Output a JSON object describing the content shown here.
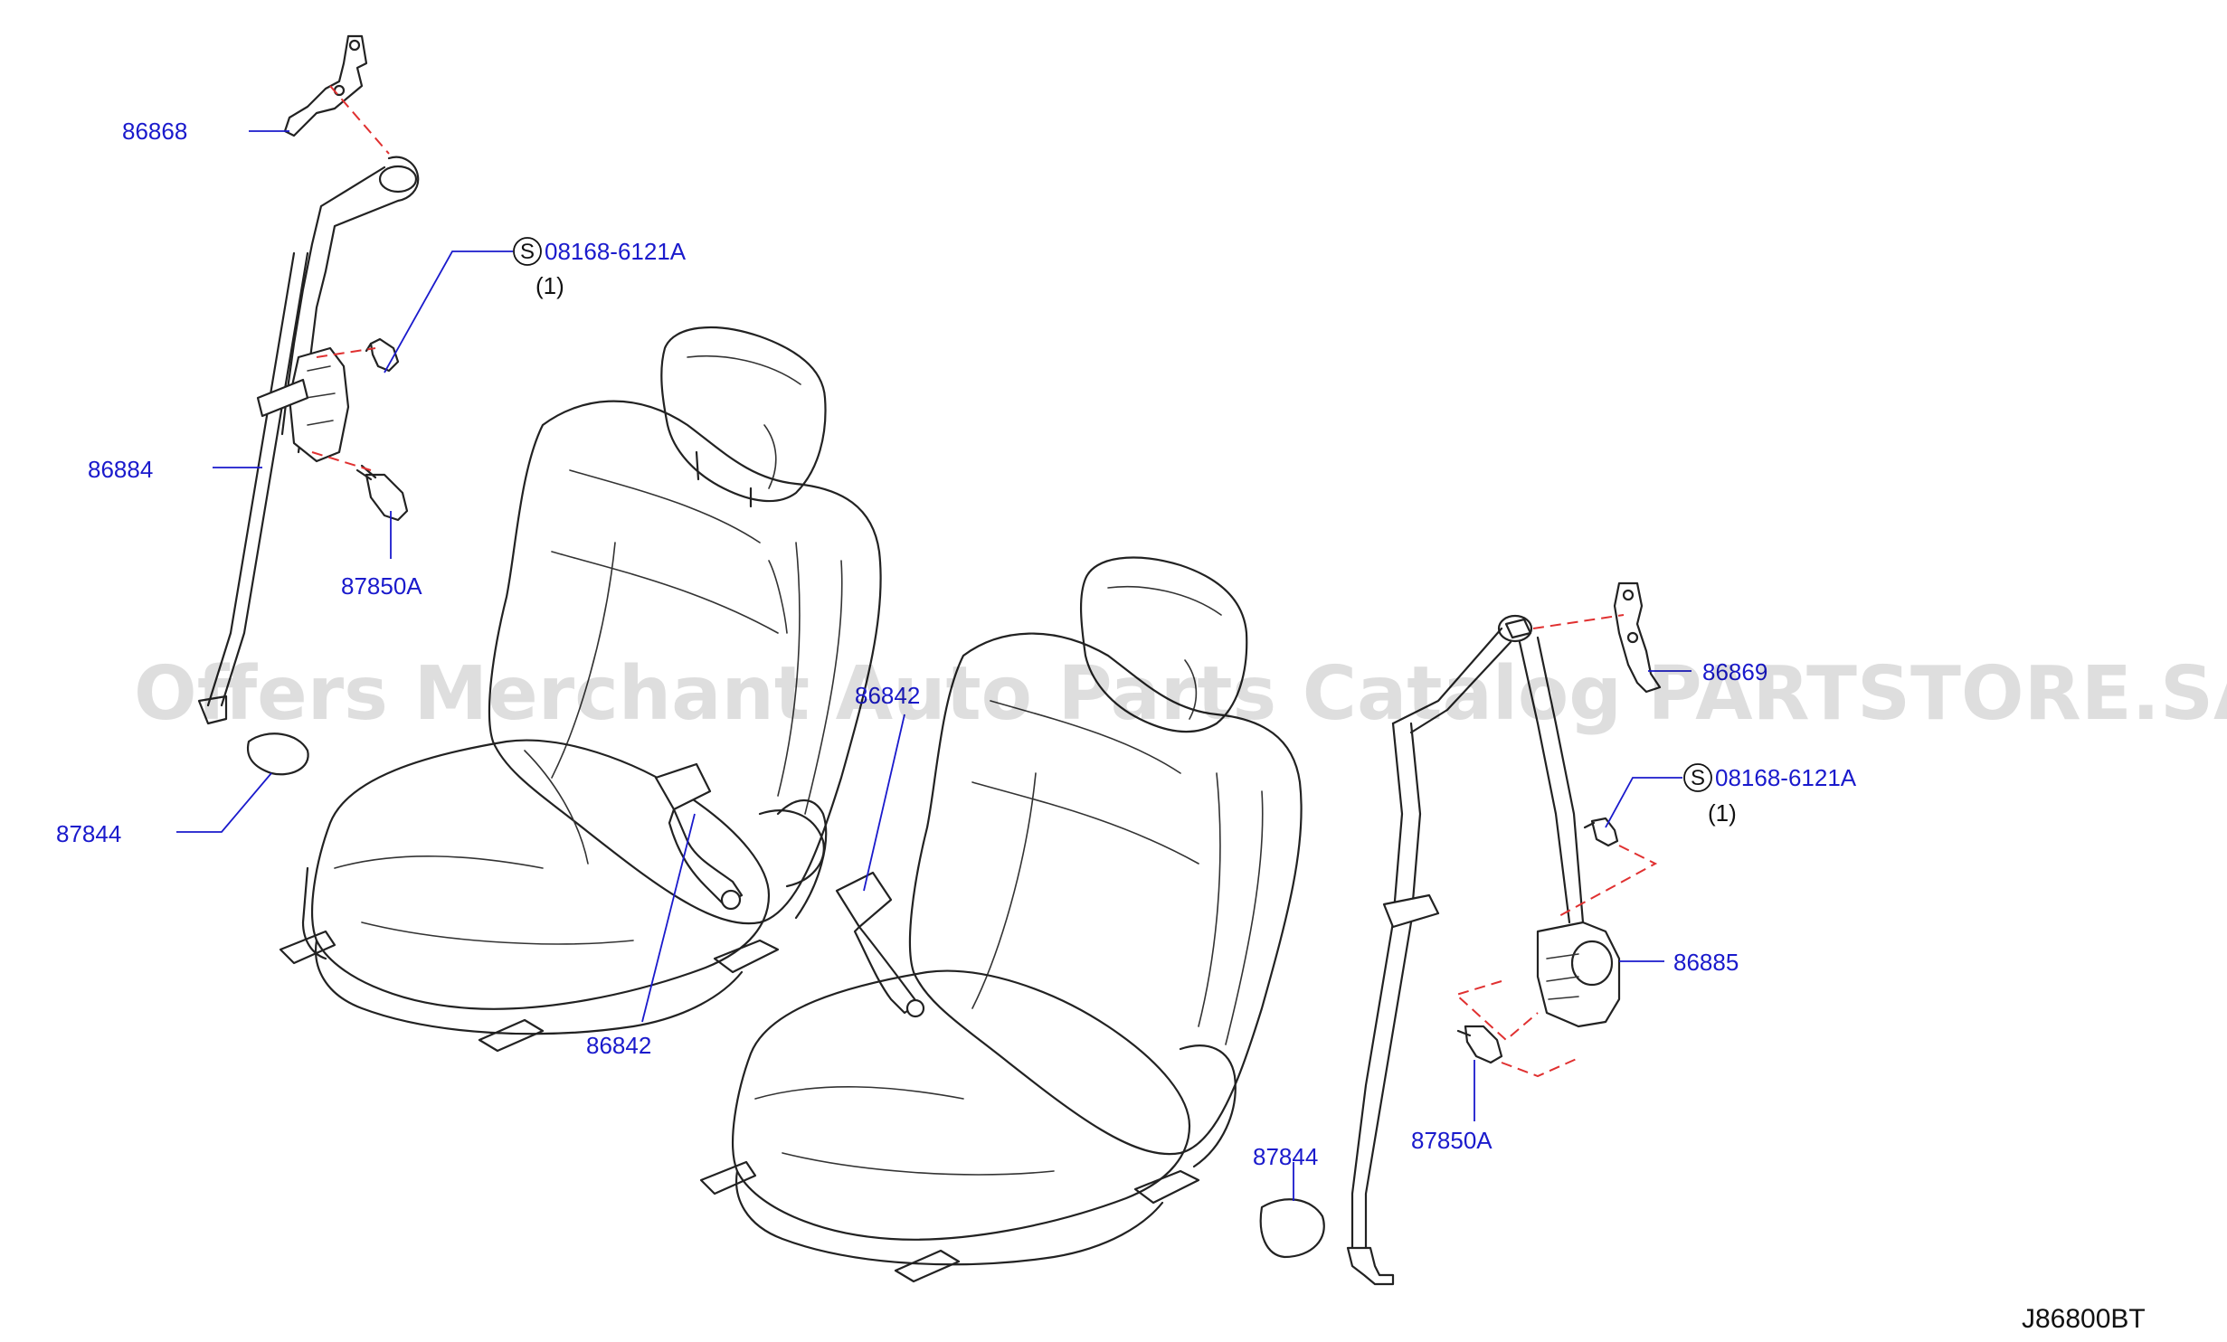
{
  "diagram_code": "J86800BT",
  "watermark": "Offers Merchant Auto Parts Catalog PARTSTORE.SA",
  "standard_part_symbol": "S",
  "labels": {
    "p86868": "86868",
    "p86884": "86884",
    "p87850a_left": "87850A",
    "p87844_left": "87844",
    "p08168_left": "08168-6121A",
    "qty_left": "(1)",
    "p86842_left": "86842",
    "p86842_center": "86842",
    "p86869": "86869",
    "p08168_right": "08168-6121A",
    "qty_right": "(1)",
    "p86885": "86885",
    "p87850a_right": "87850A",
    "p87844_right": "87844"
  },
  "colors": {
    "label": "#1a1acc",
    "line_art": "#222222",
    "phantom_line": "#e03030"
  }
}
